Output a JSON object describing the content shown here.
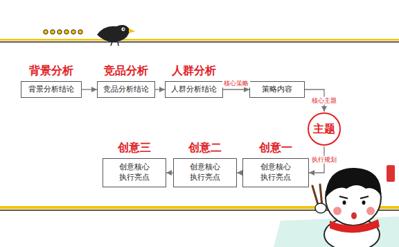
{
  "diagram": {
    "nodes": [
      {
        "text": [
          "背景分析",
          "背景分析结论"
        ]
      },
      {
        "text": [
          "竞品分析",
          "竞品分析结论"
        ]
      },
      {
        "text": [
          "人群分析",
          "人群分析结论"
        ]
      },
      {
        "text": [
          "策略内容"
        ]
      },
      {
        "text": [
          "主题"
        ]
      },
      {
        "text": [
          "创意一",
          "创意核心 执行亮点"
        ]
      },
      {
        "text": [
          "创意二",
          "创意核心 执行亮点"
        ]
      },
      {
        "text": [
          "创意三",
          "创意核心 执行亮点"
        ]
      }
    ],
    "edges": [
      {
        "from": 0,
        "to": 1,
        "arrow": "to"
      },
      {
        "from": 1,
        "to": 2,
        "arrow": "to"
      },
      {
        "from": 2,
        "to": 3,
        "label": "核心策略",
        "arrow": "to"
      },
      {
        "from": 3,
        "to": 4,
        "label": "核心主题",
        "arrow": "to"
      },
      {
        "from": 4,
        "to": 5,
        "label": "执行规划",
        "arrow": "to"
      },
      {
        "from": 5,
        "to": 6,
        "arrow": "to"
      },
      {
        "from": 6,
        "to": 7,
        "arrow": "to"
      }
    ]
  }
}
